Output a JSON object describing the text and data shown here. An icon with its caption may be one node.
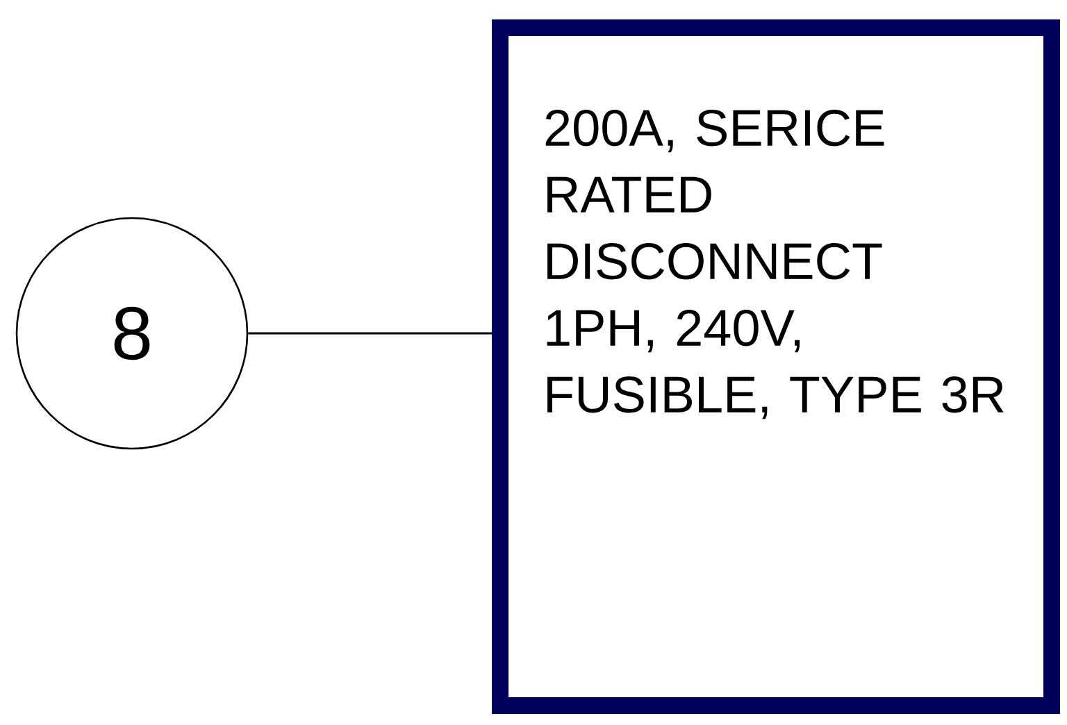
{
  "diagram": {
    "nodes": [
      {
        "text": [
          "8"
        ]
      },
      {
        "text": [
          "200A, SERICE RATED DISCONNECT 1PH, 240V, FUSIBLE, TYPE 3R"
        ]
      }
    ],
    "edges": [
      {
        "from": 0,
        "to": 1,
        "arrow": "none"
      }
    ]
  }
}
